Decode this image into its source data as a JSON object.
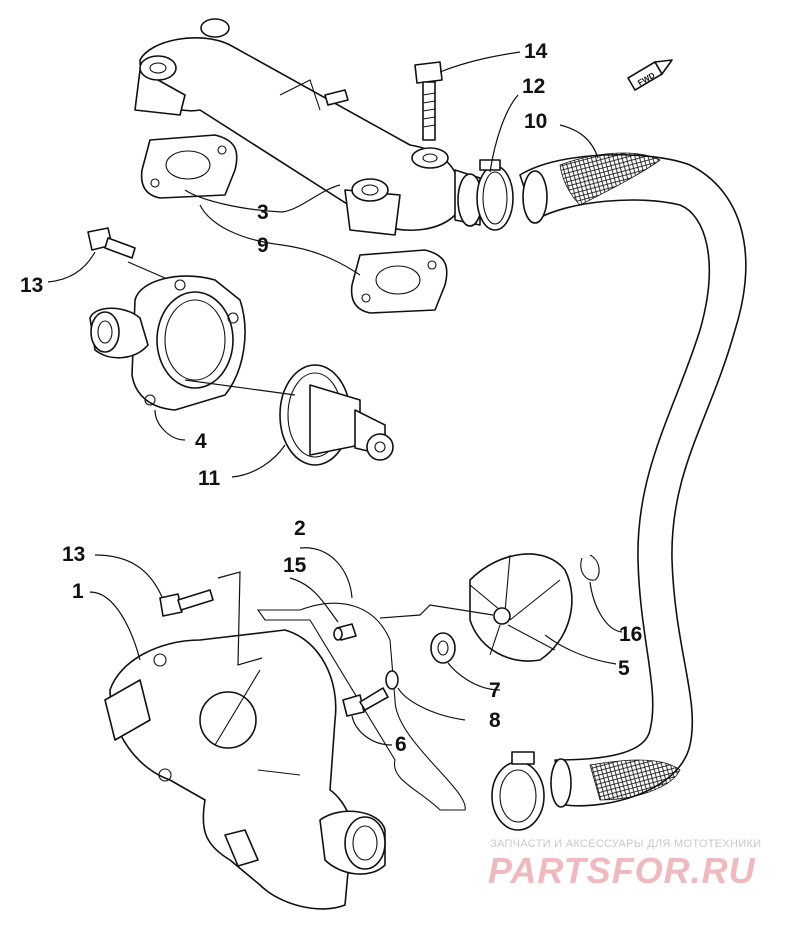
{
  "diagram": {
    "callouts": [
      {
        "id": "c14",
        "text": "14"
      },
      {
        "id": "c12",
        "text": "12"
      },
      {
        "id": "c10",
        "text": "10"
      },
      {
        "id": "c3",
        "text": "3"
      },
      {
        "id": "c9",
        "text": "9"
      },
      {
        "id": "c13a",
        "text": "13"
      },
      {
        "id": "c4",
        "text": "4"
      },
      {
        "id": "c11",
        "text": "11"
      },
      {
        "id": "c2",
        "text": "2"
      },
      {
        "id": "c13b",
        "text": "13"
      },
      {
        "id": "c15",
        "text": "15"
      },
      {
        "id": "c1",
        "text": "1"
      },
      {
        "id": "c16",
        "text": "16"
      },
      {
        "id": "c5",
        "text": "5"
      },
      {
        "id": "c7",
        "text": "7"
      },
      {
        "id": "c8",
        "text": "8"
      },
      {
        "id": "c6",
        "text": "6"
      }
    ],
    "direction_badge": "FWD"
  },
  "watermark": {
    "caption": "ЗАПЧАСТИ И АКСЕССУАРЫ ДЛЯ МОТОТЕХНИКИ",
    "logo": "PARTSFOR.RU",
    "caption_color": "#c9c9c9",
    "logo_color": "#f0b9bd"
  }
}
